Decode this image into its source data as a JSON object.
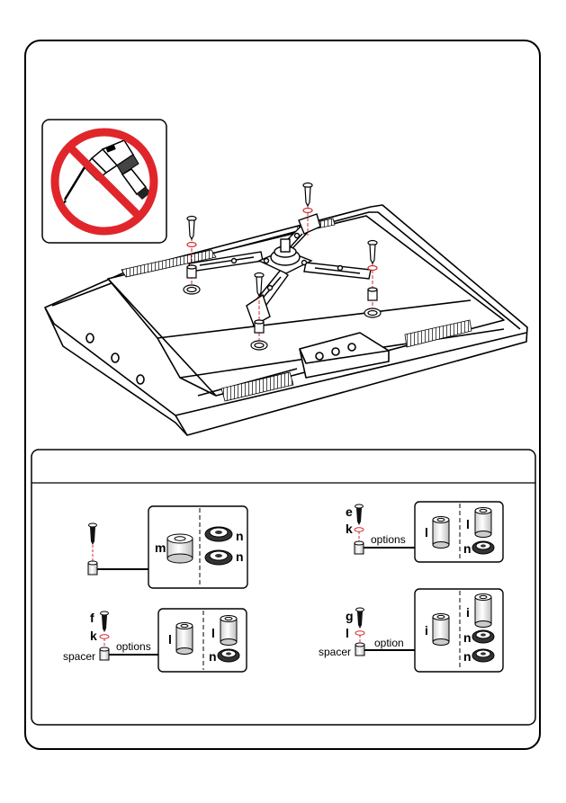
{
  "hardware_labels": {
    "m": "m",
    "n": "n",
    "e": "e",
    "k": "k",
    "l": "l",
    "f": "f",
    "g": "g",
    "i": "i",
    "spacer": "spacer",
    "options": "options",
    "option": "option"
  },
  "colors": {
    "ink": "#000000",
    "prohibition_red": "#e0262b",
    "axis_red": "#d42a2a",
    "panel_border": "#000000"
  },
  "icons": {
    "warning": "no-power-drill-icon"
  }
}
